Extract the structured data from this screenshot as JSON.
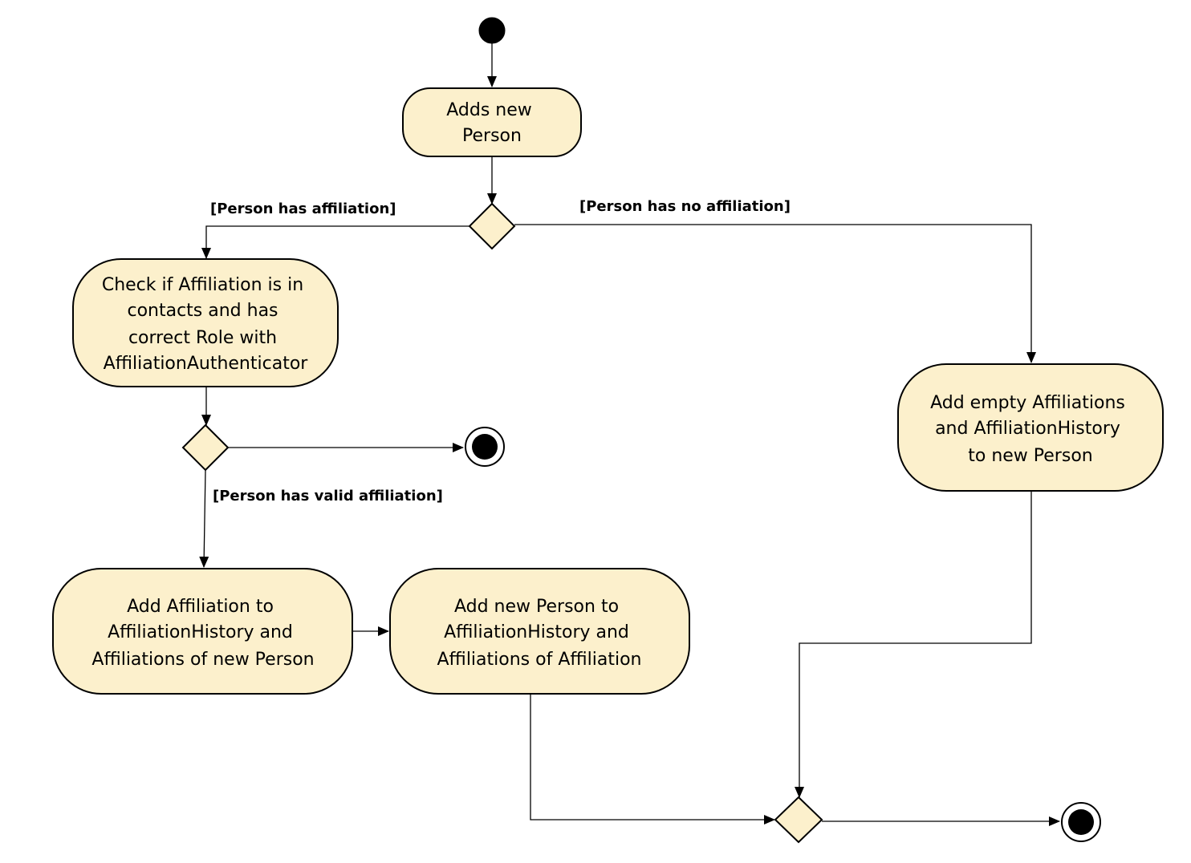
{
  "diagram": {
    "type": "UML activity diagram",
    "colors": {
      "node_fill": "#fcf0cc",
      "stroke": "#000000",
      "start_fill": "#000000"
    },
    "nodes": {
      "add_person": [
        "Adds new",
        "Person"
      ],
      "check_affiliation": [
        "Check if Affiliation is in",
        "contacts and has",
        "correct Role with",
        "AffiliationAuthenticator"
      ],
      "add_empty": [
        "Add empty Affiliations",
        "and AffiliationHistory",
        "to new Person"
      ],
      "add_affiliation": [
        "Add Affiliation to",
        "AffiliationHistory and",
        "Affiliations of new Person"
      ],
      "add_person_to_affiliation": [
        "Add new Person to",
        "AffiliationHistory and",
        "Affiliations of Affiliation"
      ]
    },
    "guards": {
      "has_affiliation": "[Person has affiliation]",
      "no_affiliation": "[Person has no affiliation]",
      "valid_affiliation": "[Person has valid affiliation]"
    }
  }
}
